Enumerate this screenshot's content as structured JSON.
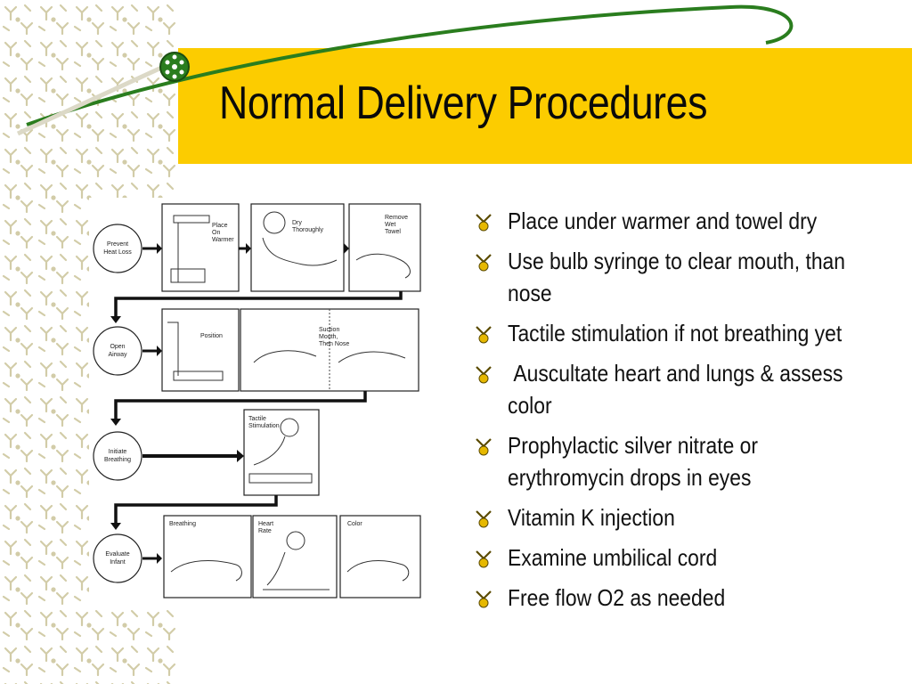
{
  "title": "Normal Delivery Procedures",
  "colors": {
    "band": "#fccc00",
    "pattern": "#d8d3b4",
    "swoosh": "#1f7a1f",
    "bullet": "#e6b800"
  },
  "diagram": {
    "steps": [
      {
        "label": [
          "Prevent",
          "Heat Loss"
        ],
        "panels": [
          [
            "Place",
            "On",
            "Warmer"
          ],
          [
            "Dry",
            "Thoroughly"
          ],
          [
            "Remove",
            "Wet",
            "Towel"
          ]
        ]
      },
      {
        "label": [
          "Open",
          "Airway"
        ],
        "panels": [
          [
            "Position"
          ],
          [
            "Suction",
            "Mouth,",
            "Then Nose"
          ]
        ]
      },
      {
        "label": [
          "Initiate",
          "Breathing"
        ],
        "panels": [
          [
            "Tactile",
            "Stimulation"
          ]
        ]
      },
      {
        "label": [
          "Evaluate",
          "Infant"
        ],
        "panels": [
          [
            "Breathing"
          ],
          [
            "Heart",
            "Rate"
          ],
          [
            "Color"
          ]
        ]
      }
    ]
  },
  "bullets": [
    "Place under warmer and towel dry",
    "Use bulb syringe to clear mouth, than nose",
    "Tactile stimulation if not breathing yet",
    " Auscultate heart and lungs & assess color",
    "Prophylactic silver nitrate or erythromycin drops in eyes",
    "Vitamin K injection",
    "Examine umbilical cord",
    "Free flow O2 as needed"
  ]
}
